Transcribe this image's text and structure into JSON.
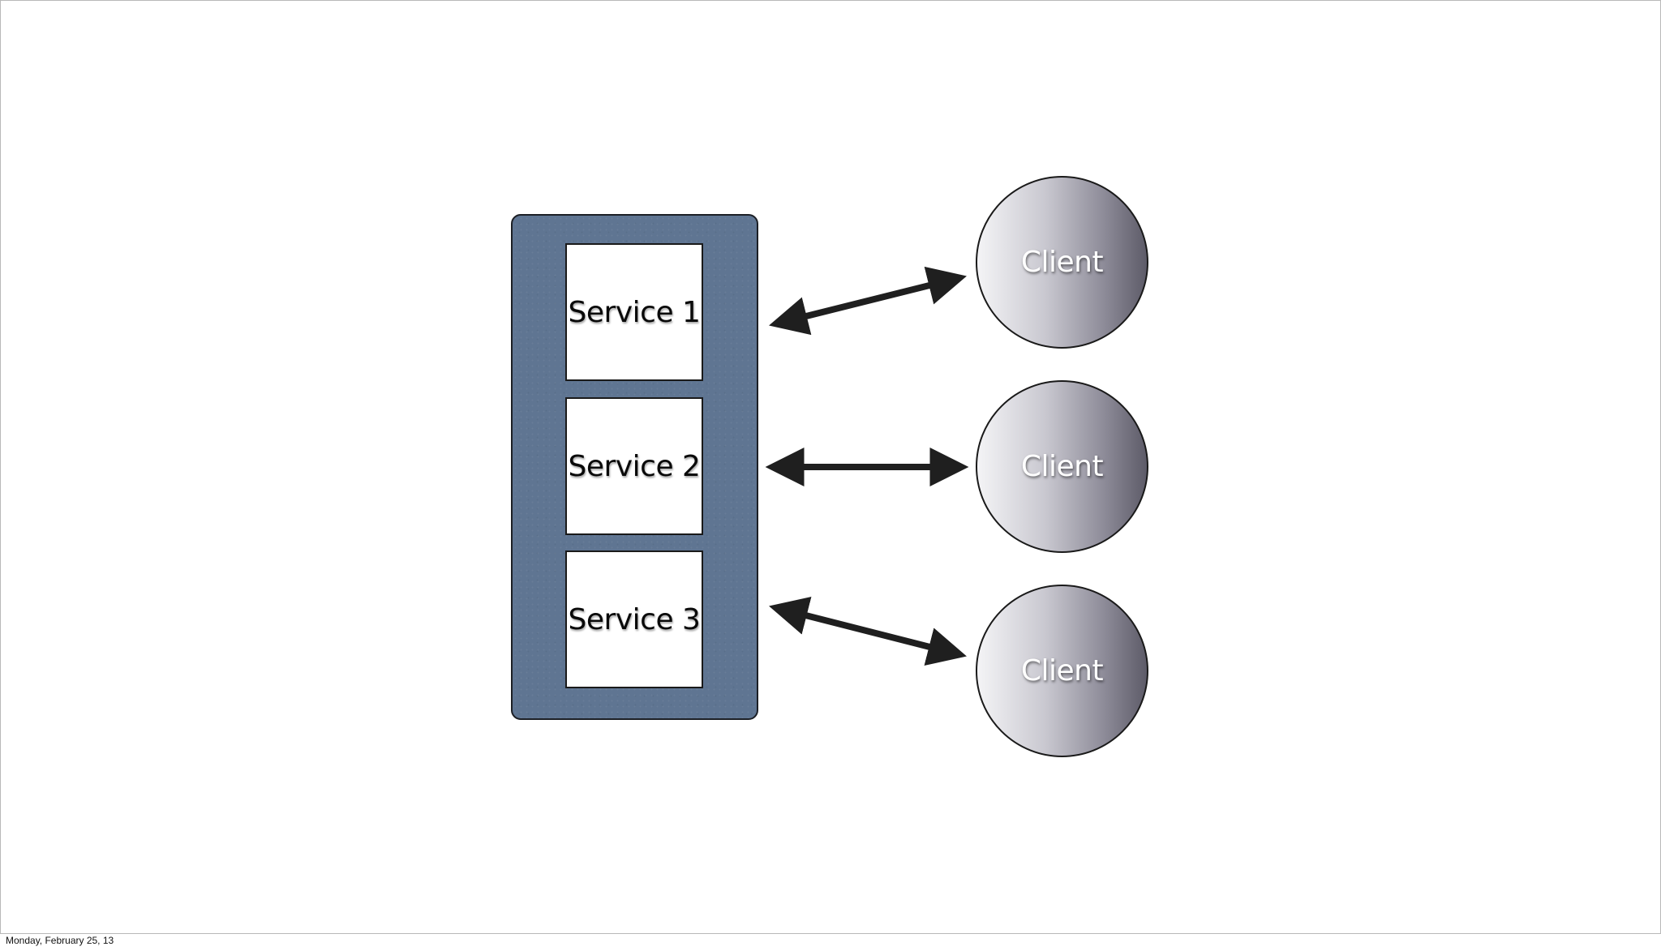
{
  "diagram": {
    "services": [
      {
        "label": "Service 1"
      },
      {
        "label": "Service 2"
      },
      {
        "label": "Service 3"
      }
    ],
    "clients": [
      {
        "label": "Client"
      },
      {
        "label": "Client"
      },
      {
        "label": "Client"
      }
    ],
    "connections": [
      {
        "from": "Service 1",
        "to": "Client 1",
        "direction": "bidirectional"
      },
      {
        "from": "Service 2",
        "to": "Client 2",
        "direction": "bidirectional"
      },
      {
        "from": "Service 3",
        "to": "Client 3",
        "direction": "bidirectional"
      }
    ],
    "colors": {
      "container_fill": "#5f7592",
      "arrow": "#1f1f1f"
    }
  },
  "footer": {
    "date": "Monday, February 25, 13"
  }
}
